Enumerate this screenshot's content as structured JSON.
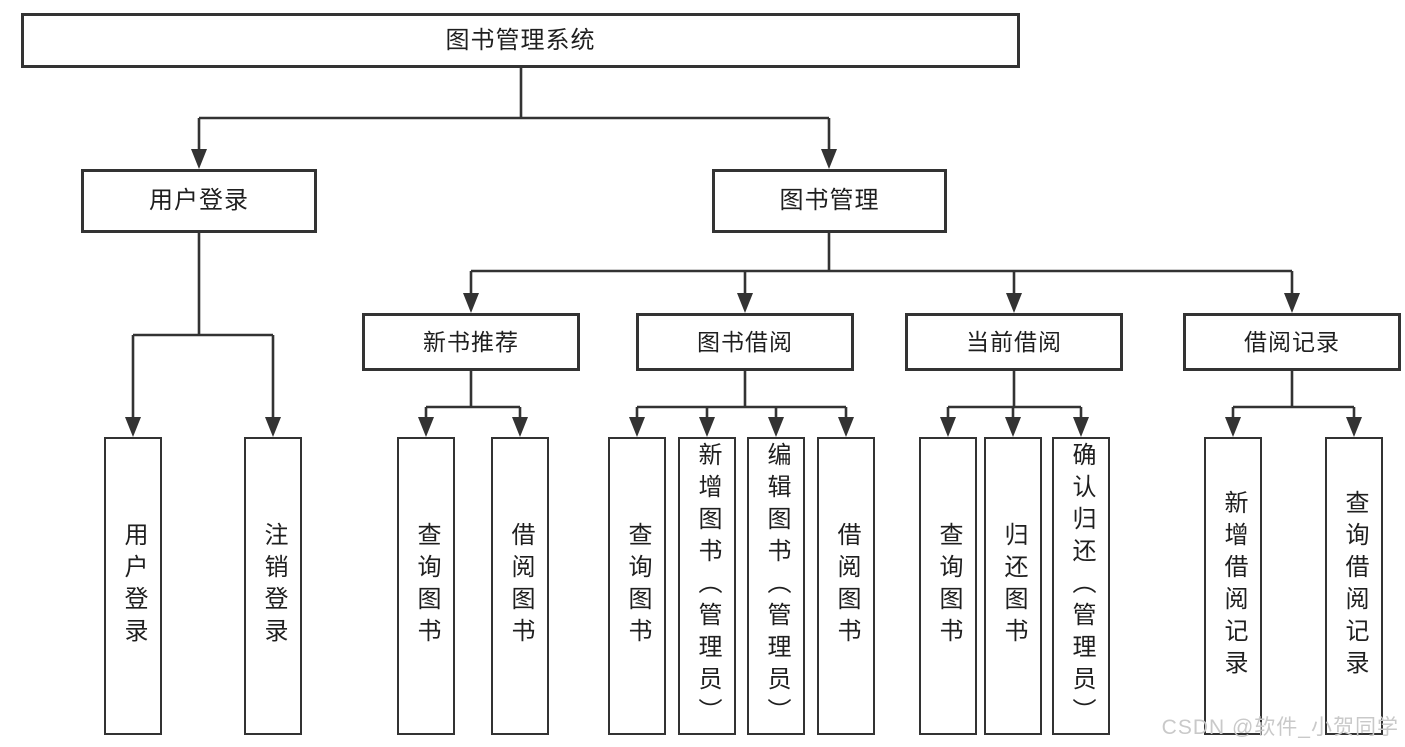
{
  "diagram": {
    "root": {
      "label": "图书管理系统",
      "children": [
        {
          "label": "用户登录",
          "children": [
            {
              "label": "用户登录"
            },
            {
              "label": "注销登录"
            }
          ]
        },
        {
          "label": "图书管理",
          "children": [
            {
              "label": "新书推荐",
              "children": [
                {
                  "label": "查询图书"
                },
                {
                  "label": "借阅图书"
                }
              ]
            },
            {
              "label": "图书借阅",
              "children": [
                {
                  "label": "查询图书"
                },
                {
                  "label": "新增图书（管理员）"
                },
                {
                  "label": "编辑图书（管理员）"
                },
                {
                  "label": "借阅图书"
                }
              ]
            },
            {
              "label": "当前借阅",
              "children": [
                {
                  "label": "查询图书"
                },
                {
                  "label": "归还图书"
                },
                {
                  "label": "确认归还（管理员）"
                }
              ]
            },
            {
              "label": "借阅记录",
              "children": [
                {
                  "label": "新增借阅记录"
                },
                {
                  "label": "查询借阅记录"
                }
              ]
            }
          ]
        }
      ]
    }
  },
  "watermark": {
    "text": "CSDN @软件_小贺同学"
  },
  "colors": {
    "line": "#333333",
    "box_border": "#333333",
    "box_fill": "#ffffff",
    "text": "#1f1f1f",
    "watermark": "#c9c9c9"
  }
}
